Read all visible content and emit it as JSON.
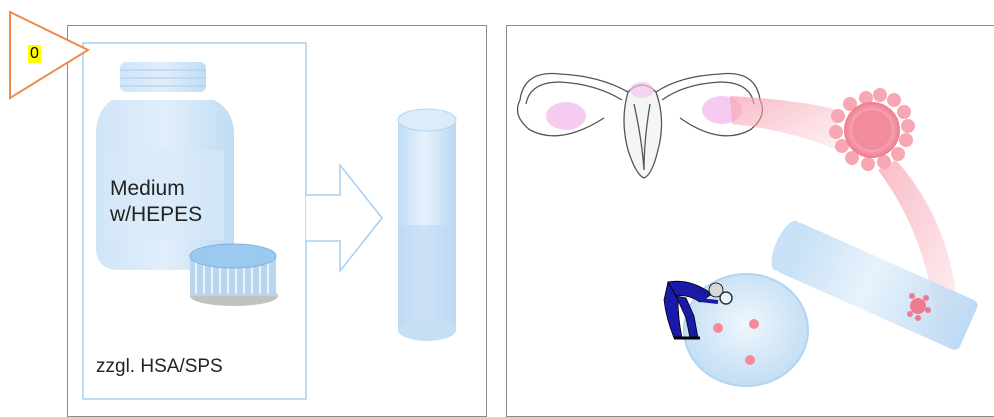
{
  "badge": {
    "number": "0"
  },
  "left": {
    "bottle_label_line1": "Medium",
    "bottle_label_line2": "w/HEPES",
    "footer_label": "zzgl. HSA/SPS"
  },
  "colors": {
    "container_blue": "#8ec3ee",
    "pink_accent": "#f7a6b4",
    "orange_badge": "#f08a4b",
    "panel_border": "#8c8c8c"
  }
}
